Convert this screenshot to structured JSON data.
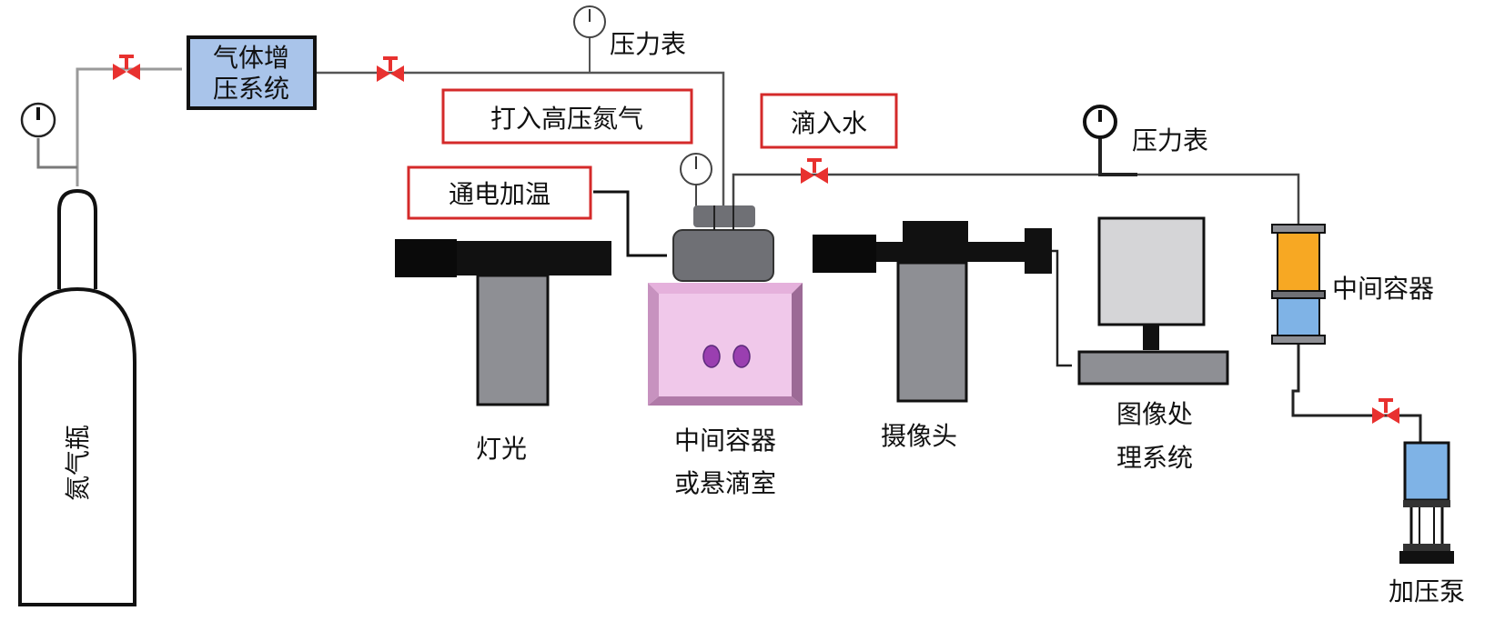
{
  "labels": {
    "nitrogen_cylinder": "氮气瓶",
    "booster_line1": "气体增",
    "booster_line2": "压系统",
    "gauge_top": "压力表",
    "inject_nitrogen": "打入高压氮气",
    "drip_water": "滴入水",
    "gauge_right": "压力表",
    "heating": "通电加温",
    "light": "灯光",
    "chamber_line1": "中间容器",
    "chamber_line2": "或悬滴室",
    "camera": "摄像头",
    "image_line1": "图像处",
    "image_line2": "理系统",
    "intermediate": "中间容器",
    "pump": "加压泵"
  },
  "colors": {
    "callout_border": "#d42a2a",
    "valve": "#e8312f",
    "booster_fill": "#a9c4ea",
    "chamber_fill": "#f0c8ea",
    "droplet": "#9a3fb0",
    "orange": "#f7a823",
    "blue": "#7fb3e6",
    "gray_dark": "#6f7075",
    "gray_mid": "#8e8f94",
    "screen": "#d5d5d7"
  }
}
